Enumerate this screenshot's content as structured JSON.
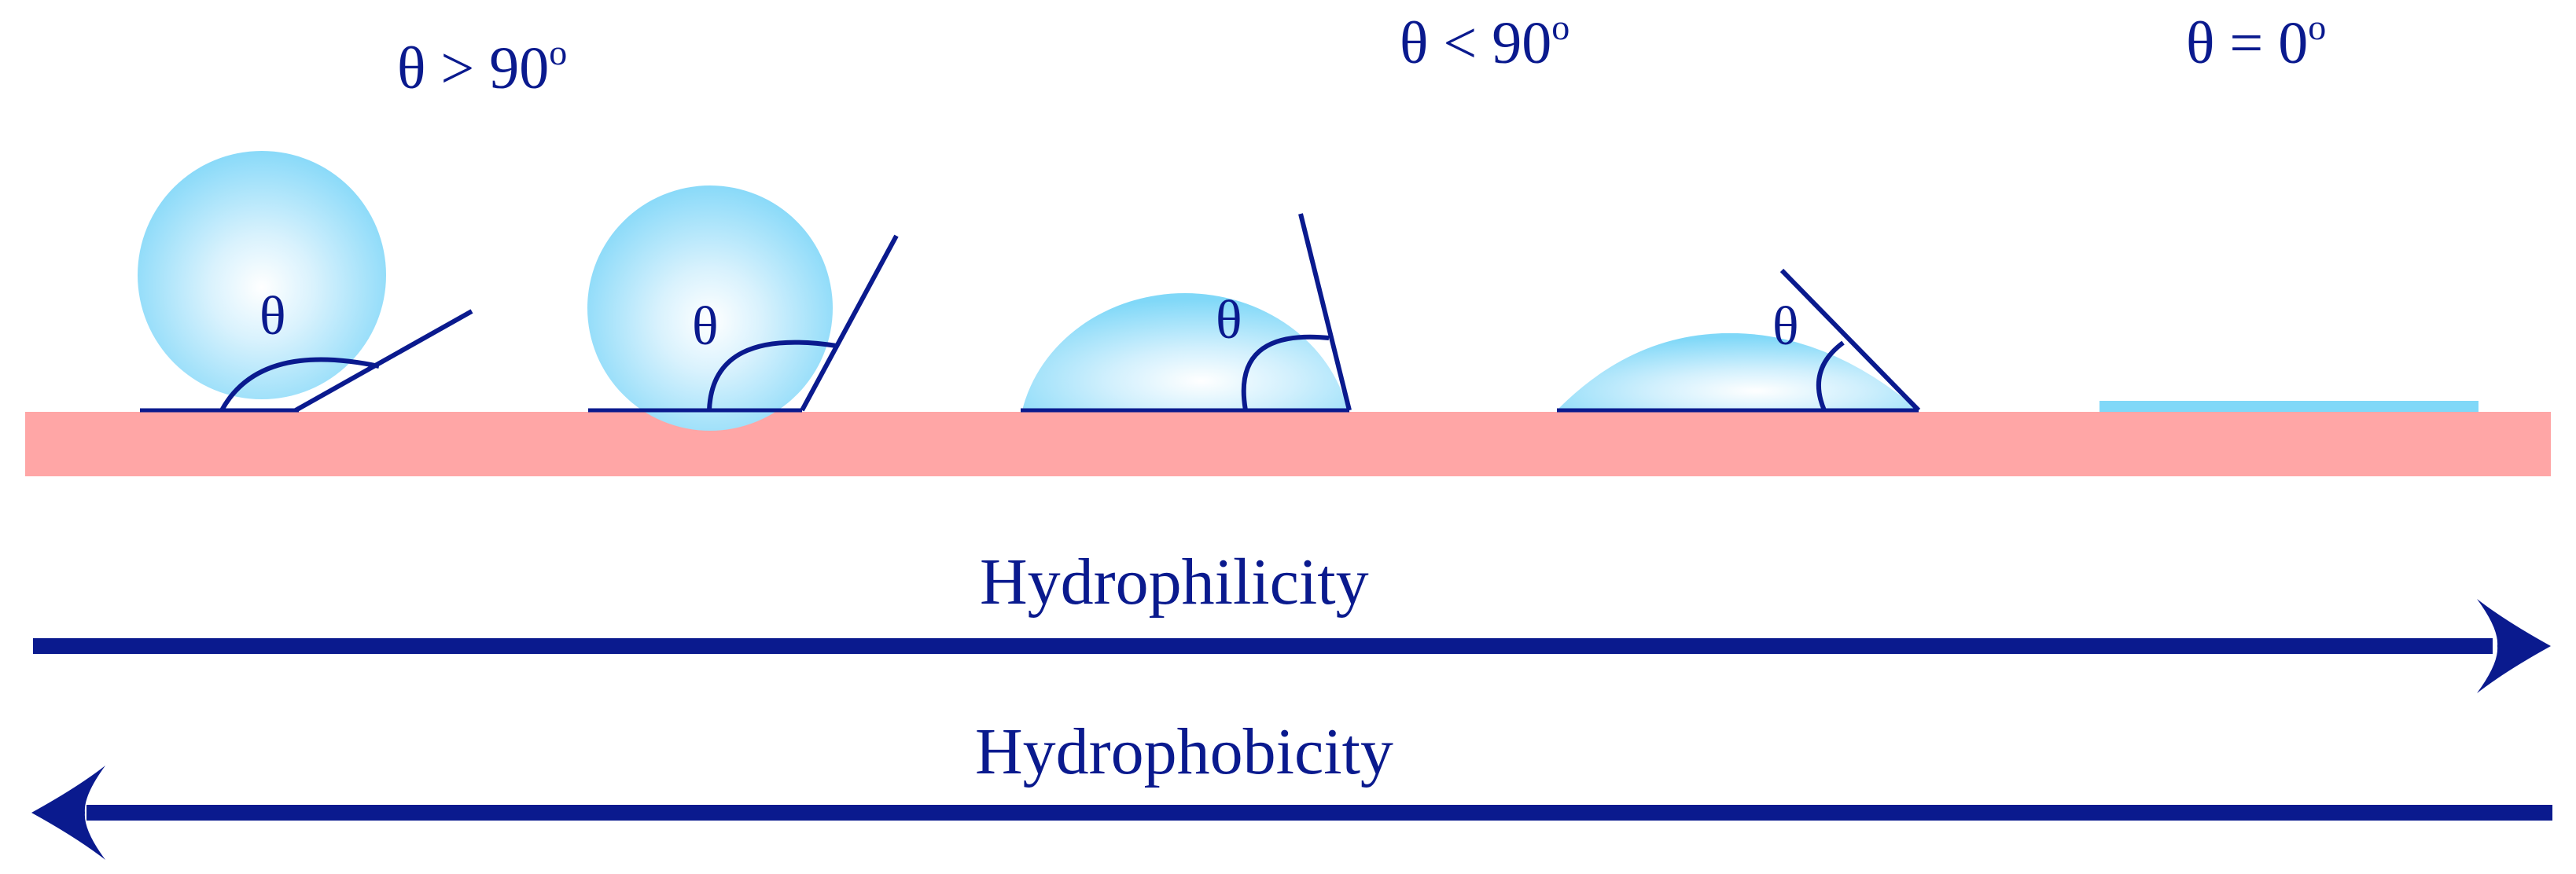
{
  "conditions": {
    "obtuse": {
      "prefix": "θ > 90",
      "degree_mark": "o"
    },
    "acute": {
      "prefix": "θ < 90",
      "degree_mark": "o"
    },
    "zero": {
      "prefix": "θ = 0",
      "degree_mark": "o"
    }
  },
  "angle_symbol": "θ",
  "arrows": {
    "right_label": "Hydrophilicity",
    "left_label": "Hydrophobicity"
  },
  "colors": {
    "ink": "#0a1a8e",
    "substrate": "#ffa6a6",
    "droplet_edge": "#7dd6f8",
    "droplet_center": "#ffffff",
    "film": "#80d8f8"
  }
}
